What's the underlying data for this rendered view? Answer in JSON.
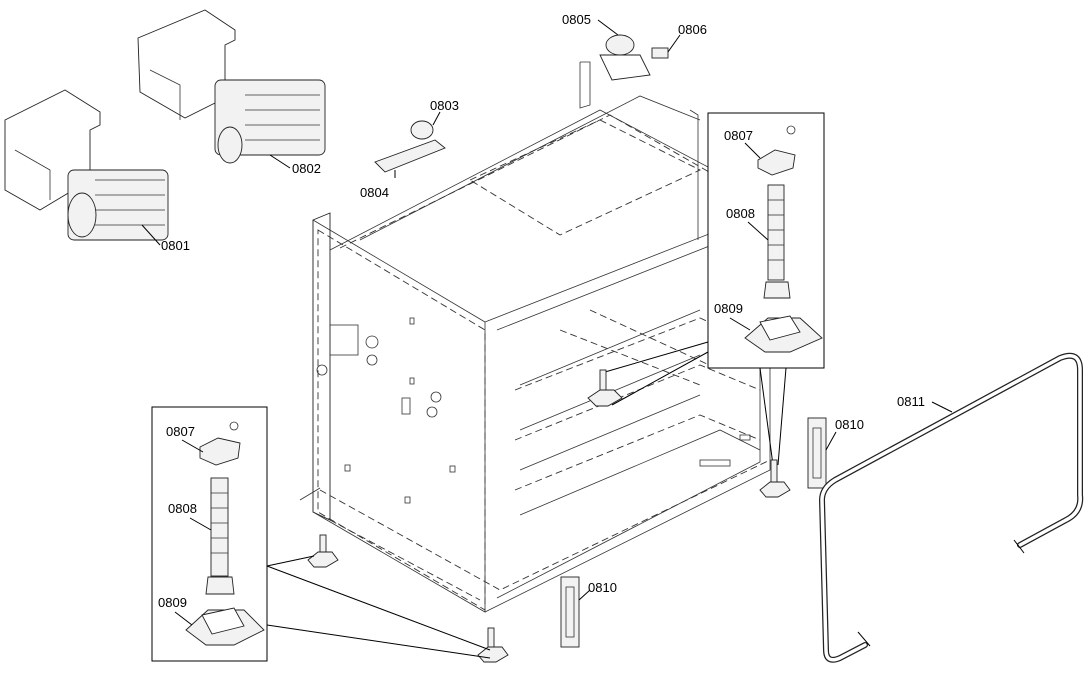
{
  "labels": {
    "p0801": "0801",
    "p0802": "0802",
    "p0803": "0803",
    "p0804": "0804",
    "p0805": "0805",
    "p0806": "0806",
    "p0807_top": "0807",
    "p0808_top": "0808",
    "p0809_top": "0809",
    "p0807_bottom": "0807",
    "p0808_bottom": "0808",
    "p0809_bottom": "0809",
    "p0810_right": "0810",
    "p0810_bottom": "0810",
    "p0811": "0811"
  }
}
